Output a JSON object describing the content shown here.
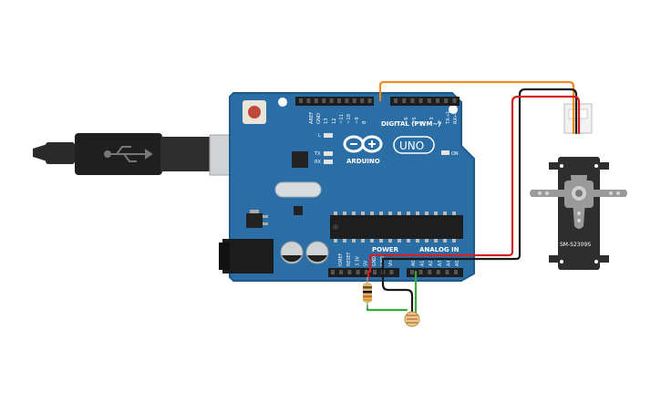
{
  "board": {
    "logo_text": "ARDUINO",
    "model": "UNO",
    "digital_label": "DIGITAL (PWM~)",
    "power_label": "POWER",
    "analog_label": "ANALOG IN",
    "on_label": "ON",
    "led_l": "L",
    "led_tx": "TX",
    "led_rx": "RX",
    "digital_pins": [
      "AREF",
      "GND",
      "13",
      "12",
      "~11",
      "~10",
      "~9",
      "8",
      "7",
      "~6",
      "~5",
      "4",
      "~3",
      "2",
      "TX→1",
      "RX←0"
    ],
    "power_pins": [
      "IOREF",
      "RESET",
      "3.3V",
      "5V",
      "GND",
      "GND",
      "Vin"
    ],
    "analog_pins": [
      "A0",
      "A1",
      "A2",
      "A3",
      "A4",
      "A5"
    ]
  },
  "servo": {
    "label": "SM-S2309S"
  },
  "colors": {
    "board": "#2b6ea6",
    "board_edge": "#1e5a8c",
    "wire_orange": "#f08a1c",
    "wire_red": "#d42020",
    "wire_black": "#1a1a1a",
    "wire_green": "#3aa83a",
    "servo_body": "#2e2e2e",
    "horn": "#9a9a9a"
  }
}
